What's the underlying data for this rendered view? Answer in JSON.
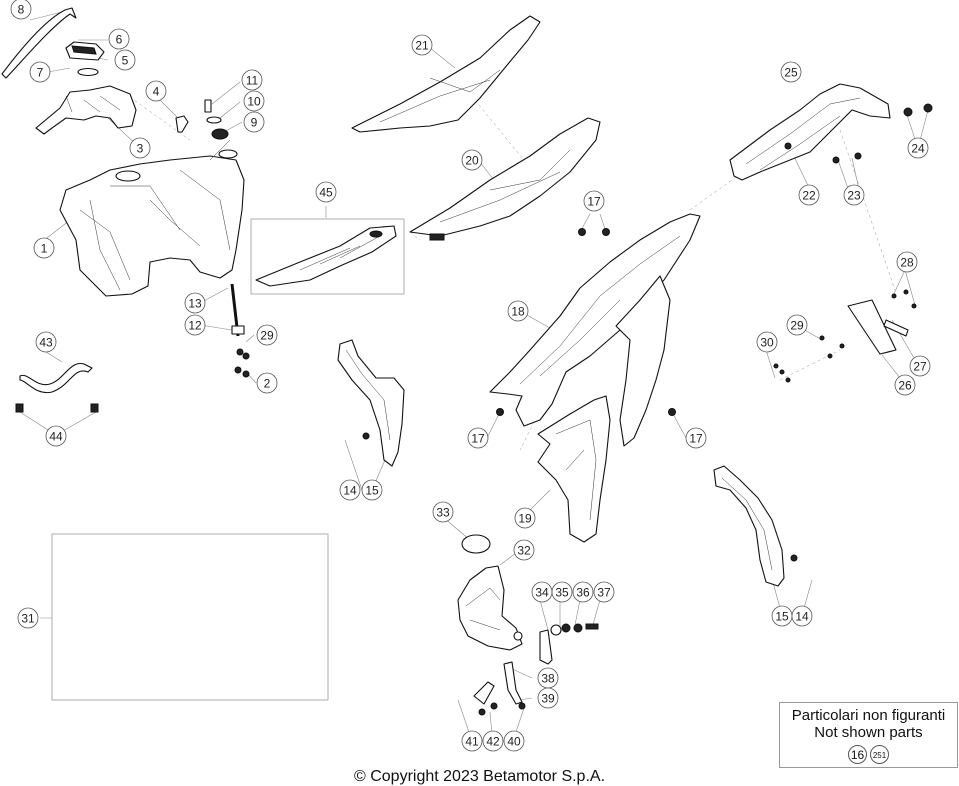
{
  "callouts": [
    {
      "label": "8"
    },
    {
      "label": "6"
    },
    {
      "label": "7"
    },
    {
      "label": "5"
    },
    {
      "label": "4"
    },
    {
      "label": "3"
    },
    {
      "label": "11"
    },
    {
      "label": "10"
    },
    {
      "label": "9"
    },
    {
      "label": "1"
    },
    {
      "label": "13"
    },
    {
      "label": "12"
    },
    {
      "label": "29"
    },
    {
      "label": "2"
    },
    {
      "label": "43"
    },
    {
      "label": "44"
    },
    {
      "label": "21"
    },
    {
      "label": "20"
    },
    {
      "label": "45"
    },
    {
      "label": "14"
    },
    {
      "label": "15"
    },
    {
      "label": "17"
    },
    {
      "label": "18"
    },
    {
      "label": "17"
    },
    {
      "label": "17"
    },
    {
      "label": "19"
    },
    {
      "label": "25"
    },
    {
      "label": "24"
    },
    {
      "label": "22"
    },
    {
      "label": "23"
    },
    {
      "label": "28"
    },
    {
      "label": "29"
    },
    {
      "label": "30"
    },
    {
      "label": "27"
    },
    {
      "label": "26"
    },
    {
      "label": "33"
    },
    {
      "label": "32"
    },
    {
      "label": "31"
    },
    {
      "label": "34"
    },
    {
      "label": "35"
    },
    {
      "label": "36"
    },
    {
      "label": "37"
    },
    {
      "label": "38"
    },
    {
      "label": "39"
    },
    {
      "label": "41"
    },
    {
      "label": "42"
    },
    {
      "label": "40"
    },
    {
      "label": "15"
    },
    {
      "label": "14"
    }
  ],
  "note": {
    "line1": "Particolari non figuranti",
    "line2": "Not shown parts",
    "refs": [
      "16",
      "251"
    ]
  },
  "copyright": "© Copyright 2023 Betamotor S.p.A."
}
